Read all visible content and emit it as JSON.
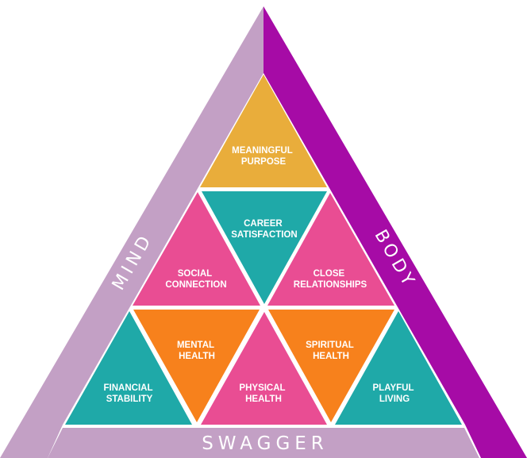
{
  "colors": {
    "mind_band": "#c3a0c5",
    "body_band": "#a60ba6",
    "swagger_band": "#c3a0c5",
    "gold": "#e9ad3b",
    "teal": "#1fa9a8",
    "pink": "#e94d93",
    "orange": "#f7811c"
  },
  "bands": {
    "mind": "MIND",
    "body": "BODY",
    "swagger": "SWAGGER"
  },
  "tiles": [
    {
      "id": "meaningful-purpose",
      "color": "gold",
      "lines": [
        "MEANINGFUL",
        "PURPOSE"
      ]
    },
    {
      "id": "career-satisfaction",
      "color": "teal",
      "lines": [
        "CAREER",
        "SATISFACTION"
      ]
    },
    {
      "id": "social-connection",
      "color": "pink",
      "lines": [
        "SOCIAL",
        "CONNECTION"
      ]
    },
    {
      "id": "close-relationships",
      "color": "pink",
      "lines": [
        "CLOSE",
        "RELATIONSHIPS"
      ]
    },
    {
      "id": "mental-health",
      "color": "orange",
      "lines": [
        "MENTAL",
        "HEALTH"
      ]
    },
    {
      "id": "spiritual-health",
      "color": "orange",
      "lines": [
        "SPIRITUAL",
        "HEALTH"
      ]
    },
    {
      "id": "financial-stability",
      "color": "teal",
      "lines": [
        "FINANCIAL",
        "STABILITY"
      ]
    },
    {
      "id": "physical-health",
      "color": "pink",
      "lines": [
        "PHYSICAL",
        "HEALTH"
      ]
    },
    {
      "id": "playful-living",
      "color": "teal",
      "lines": [
        "PLAYFUL",
        "LIVING"
      ]
    }
  ]
}
